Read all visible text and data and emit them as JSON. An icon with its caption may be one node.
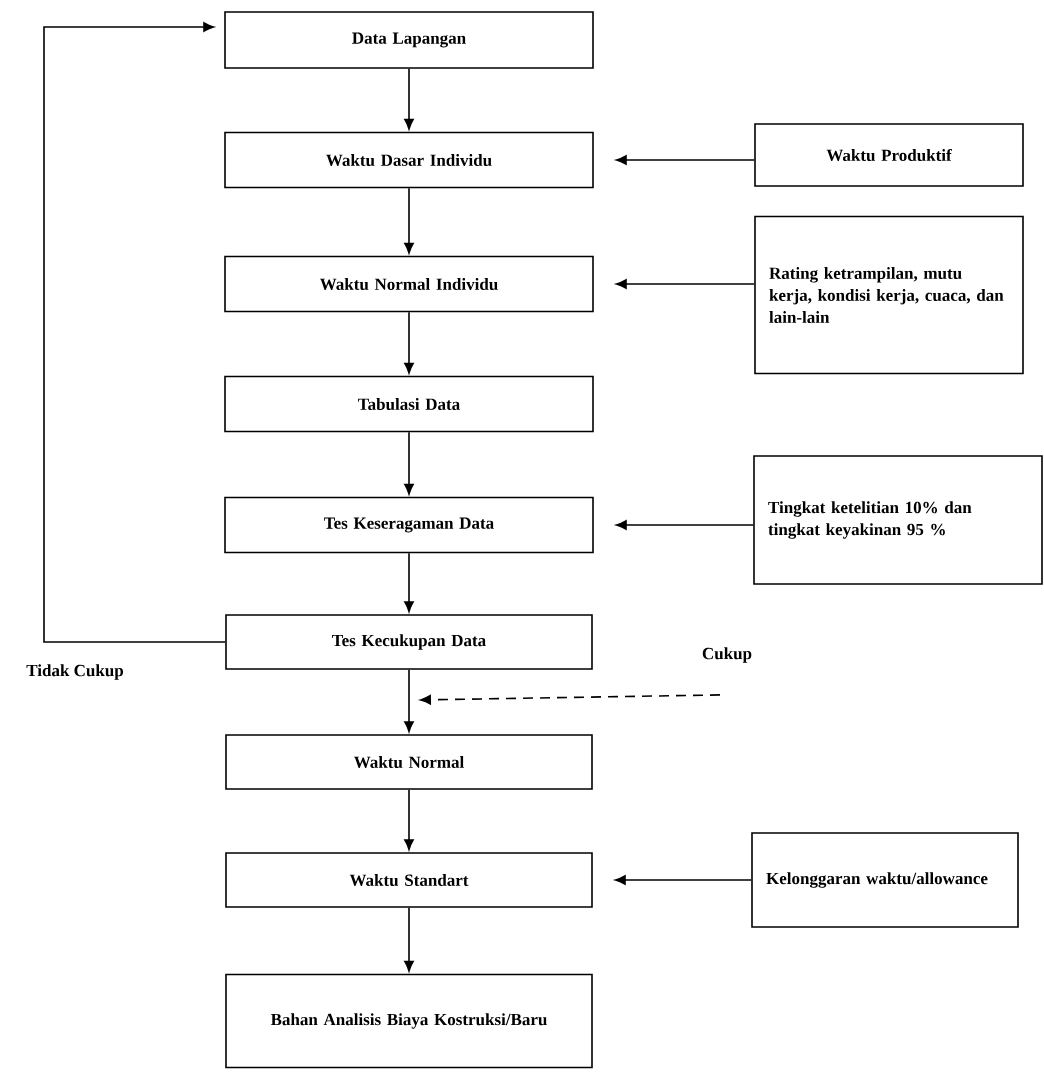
{
  "diagram": {
    "nodes": [
      {
        "text": [
          "Data Lapangan"
        ]
      },
      {
        "text": [
          "Waktu Dasar Individu"
        ]
      },
      {
        "text": [
          "Waktu Normal Individu"
        ]
      },
      {
        "text": [
          "Tabulasi Data"
        ]
      },
      {
        "text": [
          "Tes Keseragaman Data"
        ]
      },
      {
        "text": [
          "Tes Kecukupan Data"
        ]
      },
      {
        "text": [
          "Waktu Normal"
        ]
      },
      {
        "text": [
          "Waktu Standart"
        ]
      },
      {
        "text": [
          "Bahan Analisis Biaya Kostruksi/Baru"
        ]
      },
      {
        "text": [
          "Waktu Produktif"
        ]
      },
      {
        "text": [
          "Rating ketrampilan, mutu kerja, kondisi kerja, cuaca, dan lain-lain"
        ]
      },
      {
        "text": [
          "Tingkat ketelitian 10% dan tingkat keyakinan 95 %"
        ]
      },
      {
        "text": [
          "Kelonggaran waktu/allowance"
        ]
      },
      {
        "text": [
          "Cukup"
        ]
      }
    ],
    "edges": [
      {
        "from": 0,
        "to": 1,
        "arrow": "to"
      },
      {
        "from": 1,
        "to": 2,
        "arrow": "to"
      },
      {
        "from": 2,
        "to": 3,
        "arrow": "to"
      },
      {
        "from": 3,
        "to": 4,
        "arrow": "to"
      },
      {
        "from": 4,
        "to": 5,
        "arrow": "to"
      },
      {
        "from": 5,
        "to": 6,
        "arrow": "to"
      },
      {
        "from": 6,
        "to": 7,
        "arrow": "to"
      },
      {
        "from": 7,
        "to": 8,
        "arrow": "to"
      },
      {
        "from": 9,
        "to": 1,
        "arrow": "to"
      },
      {
        "from": 10,
        "to": 2,
        "arrow": "to"
      },
      {
        "from": 11,
        "to": 4,
        "arrow": "to"
      },
      {
        "from": 12,
        "to": 7,
        "arrow": "to"
      },
      {
        "from": 5,
        "to": 0,
        "arrow": "to",
        "label": "Tidak Cukup"
      },
      {
        "from": 13,
        "to": null,
        "arrow": "to",
        "style": "dashed"
      }
    ]
  }
}
